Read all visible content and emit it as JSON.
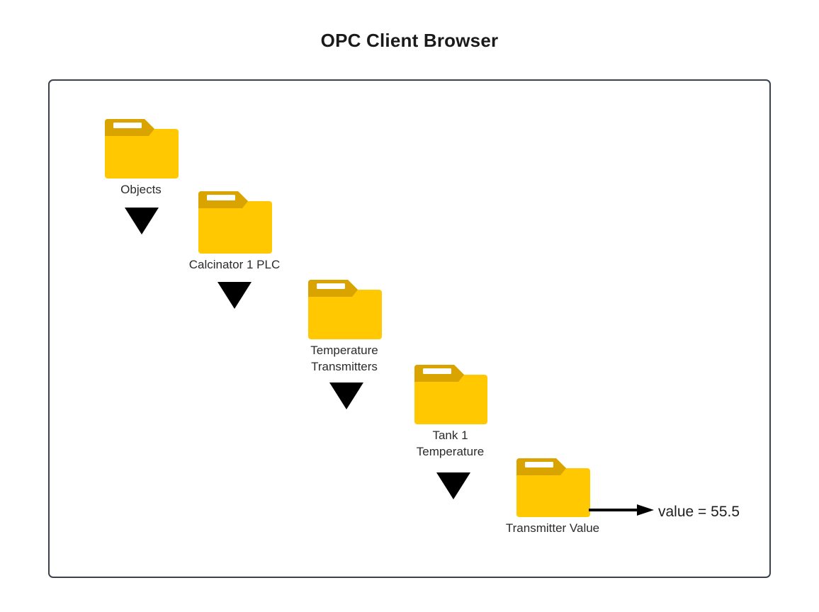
{
  "page": {
    "title": "OPC Client Browser",
    "background_color": "#ffffff",
    "frame_border_color": "#3c414b"
  },
  "colors": {
    "folder_body": "#FFC800",
    "folder_tab": "#D9A400",
    "folder_slot": "#FFFFFF",
    "arrow": "#000000",
    "text": "#2b2b2b",
    "title_text": "#1a1a1a"
  },
  "tree": {
    "nodes": [
      {
        "id": "objects",
        "label": "Objects",
        "icon": "folder-icon"
      },
      {
        "id": "calcinator-1-plc",
        "label": "Calcinator 1 PLC",
        "icon": "folder-icon"
      },
      {
        "id": "temperature-transmitters",
        "label": "Temperature\nTransmitters",
        "icon": "folder-icon"
      },
      {
        "id": "tank-1-temperature",
        "label": "Tank 1\nTemperature",
        "icon": "folder-icon"
      },
      {
        "id": "transmitter-value",
        "label": "Transmitter Value",
        "icon": "folder-icon"
      }
    ],
    "connectors": [
      {
        "id": "objects-to-calcinator",
        "icon": "triangle-down-icon"
      },
      {
        "id": "calcinator-to-transmitters",
        "icon": "triangle-down-icon"
      },
      {
        "id": "transmitters-to-tank",
        "icon": "triangle-down-icon"
      },
      {
        "id": "tank-to-transmitter-value",
        "icon": "triangle-down-icon"
      }
    ]
  },
  "annotation": {
    "arrow_icon": "arrow-right-icon",
    "value_text": "value = 55.5"
  }
}
